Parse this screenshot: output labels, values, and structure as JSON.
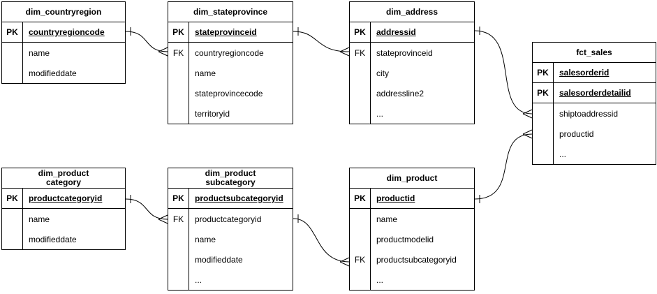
{
  "colors": {
    "border": "#000000",
    "background": "#ffffff",
    "text": "#000000"
  },
  "entities": [
    {
      "title": "dim_countryregion",
      "fields": [
        {
          "key": "PK",
          "name": "countryregioncode"
        },
        {
          "key": "",
          "name": "name"
        },
        {
          "key": "",
          "name": "modifieddate"
        }
      ]
    },
    {
      "title": "dim_stateprovince",
      "fields": [
        {
          "key": "PK",
          "name": "stateprovinceid"
        },
        {
          "key": "FK",
          "name": "countryregioncode"
        },
        {
          "key": "",
          "name": "name"
        },
        {
          "key": "",
          "name": "stateprovincecode"
        },
        {
          "key": "",
          "name": "territoryid"
        }
      ]
    },
    {
      "title": "dim_address",
      "fields": [
        {
          "key": "PK",
          "name": "addressid"
        },
        {
          "key": "FK",
          "name": "stateprovinceid"
        },
        {
          "key": "",
          "name": "city"
        },
        {
          "key": "",
          "name": "addressline2"
        },
        {
          "key": "",
          "name": "..."
        }
      ]
    },
    {
      "title": "fct_sales",
      "fields": [
        {
          "key": "PK",
          "name": "salesorderid"
        },
        {
          "key": "PK",
          "name": "salesorderdetailid"
        },
        {
          "key": "",
          "name": "shiptoaddressid"
        },
        {
          "key": "",
          "name": "productid"
        },
        {
          "key": "",
          "name": "..."
        }
      ]
    },
    {
      "title": "dim_product\ncategory",
      "fields": [
        {
          "key": "PK",
          "name": "productcategoryid"
        },
        {
          "key": "",
          "name": "name"
        },
        {
          "key": "",
          "name": "modifieddate"
        }
      ]
    },
    {
      "title": "dim_product\nsubcategory",
      "fields": [
        {
          "key": "PK",
          "name": "productsubcategoryid"
        },
        {
          "key": "FK",
          "name": "productcategoryid"
        },
        {
          "key": "",
          "name": "name"
        },
        {
          "key": "",
          "name": "modifieddate"
        },
        {
          "key": "",
          "name": "..."
        }
      ]
    },
    {
      "title": "dim_product",
      "fields": [
        {
          "key": "PK",
          "name": "productid"
        },
        {
          "key": "",
          "name": "name"
        },
        {
          "key": "",
          "name": "productmodelid"
        },
        {
          "key": "FK",
          "name": "productsubcategoryid"
        },
        {
          "key": "",
          "name": "..."
        }
      ]
    }
  ],
  "relationships": [
    {
      "from": "dim_countryregion.countryregioncode",
      "to": "dim_stateprovince.countryregioncode",
      "cardinality": "one-to-many"
    },
    {
      "from": "dim_stateprovince.stateprovinceid",
      "to": "dim_address.stateprovinceid",
      "cardinality": "one-to-many"
    },
    {
      "from": "dim_address.addressid",
      "to": "fct_sales.shiptoaddressid",
      "cardinality": "one-to-many"
    },
    {
      "from": "dim_product.productid",
      "to": "fct_sales.productid",
      "cardinality": "one-to-many"
    },
    {
      "from": "dim_product category.productcategoryid",
      "to": "dim_product subcategory.productcategoryid",
      "cardinality": "one-to-many"
    },
    {
      "from": "dim_product subcategory.productsubcategoryid",
      "to": "dim_product.productsubcategoryid",
      "cardinality": "one-to-many"
    }
  ]
}
